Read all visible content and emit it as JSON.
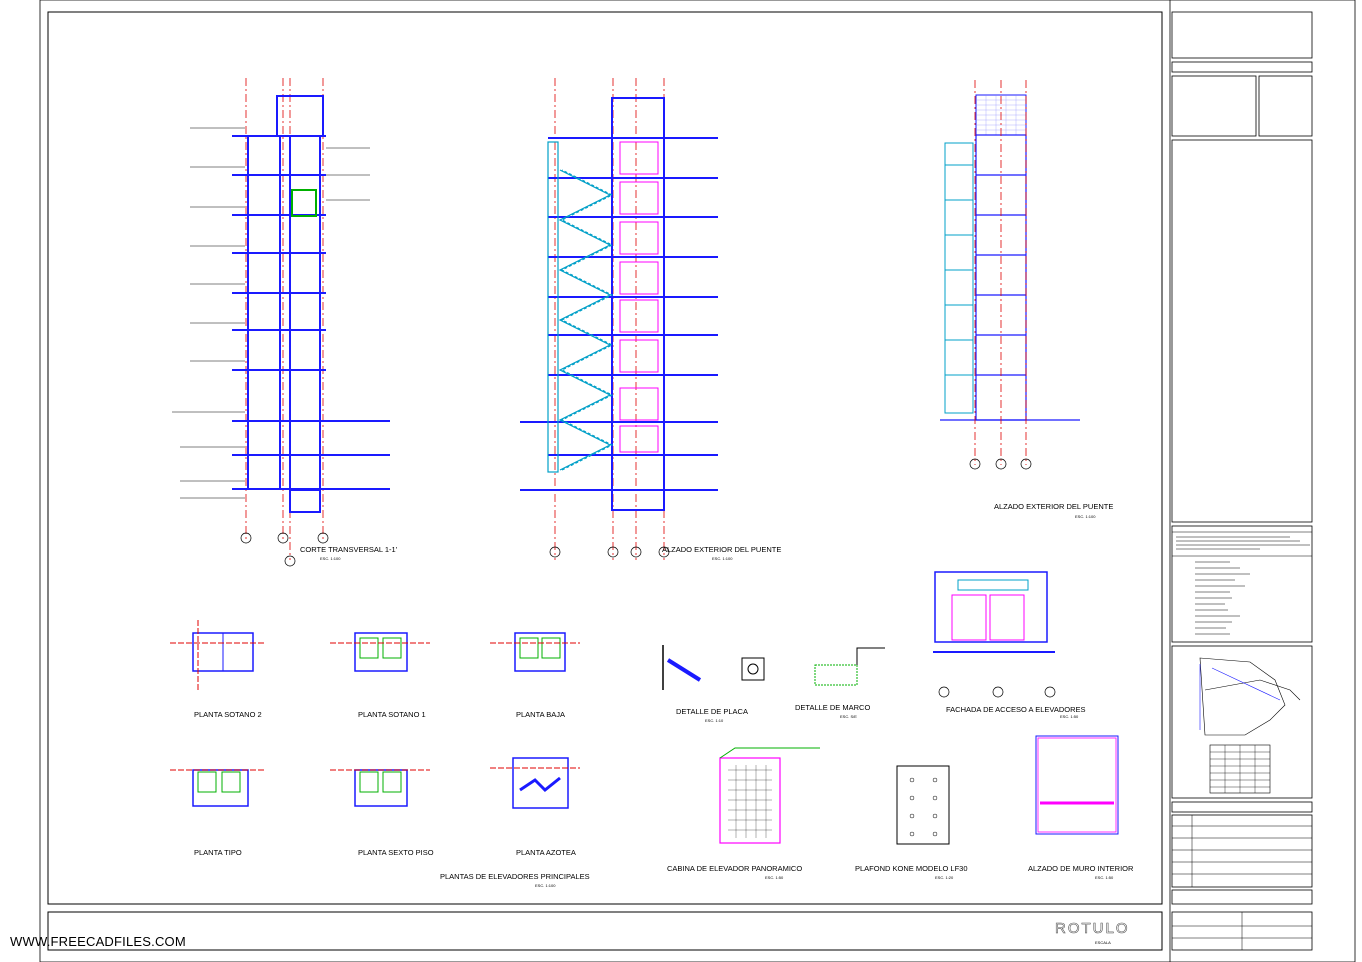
{
  "watermark": "WWW.FREECADFILES.COM",
  "views": {
    "corte_transversal": {
      "title": "CORTE TRANSVERSAL 1-1'",
      "scale": "ESC. 1:100"
    },
    "alzado_puente_1": {
      "title": "ALZADO EXTERIOR DEL PUENTE",
      "scale": "ESC. 1:100"
    },
    "alzado_puente_2": {
      "title": "ALZADO EXTERIOR DEL PUENTE",
      "scale": "ESC. 1:100"
    },
    "detalle_placa": {
      "title": "DETALLE DE PLACA",
      "scale": "ESC. 1:10"
    },
    "detalle_marco": {
      "title": "DETALLE DE MARCO",
      "scale": "ESC. S/E"
    },
    "fachada_acceso": {
      "title": "FACHADA DE ACCESO A ELEVADORES",
      "scale": "ESC. 1:50"
    },
    "cabina": {
      "title": "CABINA DE ELEVADOR PANORAMICO",
      "scale": "ESC. 1:50"
    },
    "plafond": {
      "title": "PLAFOND KONE MODELO LF30",
      "scale": "ESC. 1:20"
    },
    "alzado_muro": {
      "title": "ALZADO DE MURO INTERIOR",
      "scale": "ESC. 1:50"
    }
  },
  "plans": {
    "group_title": "PLANTAS DE ELEVADORES PRINCIPALES",
    "group_scale": "ESC. 1:100",
    "labels": [
      "PLANTA SOTANO 2",
      "PLANTA SOTANO 1",
      "PLANTA BAJA",
      "PLANTA TIPO",
      "PLANTA SEXTO PISO",
      "PLANTA AZOTEA"
    ]
  },
  "title_block": {
    "rotulo": "ROTULO",
    "subtitle": "ESCALA"
  },
  "colors": {
    "structure": "#1a1aff",
    "axis": "#e00000",
    "glass": "#00a0c8",
    "door": "#ff00ff",
    "accent": "#00b000"
  }
}
